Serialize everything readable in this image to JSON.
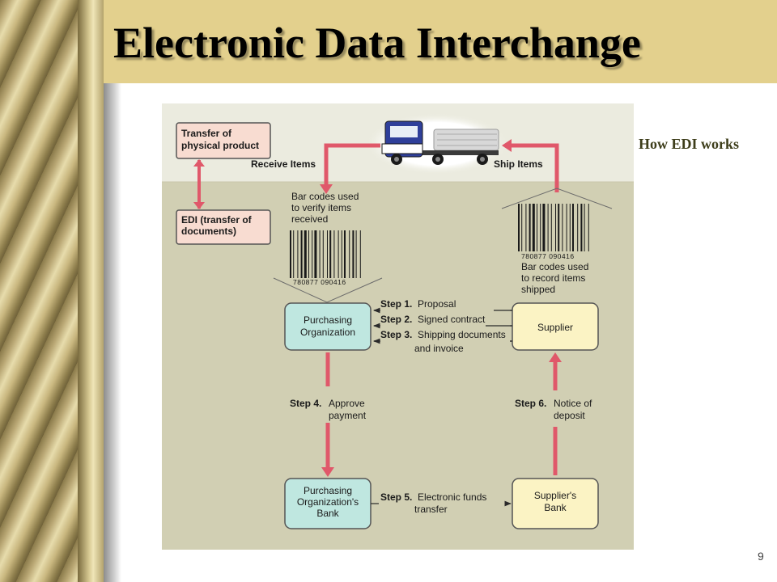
{
  "slide": {
    "title": "Electronic Data Interchange",
    "side_label": "How EDI works",
    "page_number": "9"
  },
  "diagram": {
    "legend": {
      "physical_line1": "Transfer of",
      "physical_line2": "physical product",
      "edi_line1": "EDI (transfer of",
      "edi_line2": "documents)"
    },
    "top_flow": {
      "receive_items": "Receive Items",
      "ship_items": "Ship Items"
    },
    "barcode_left": {
      "caption_line1": "Bar codes used",
      "caption_line2": "to verify items",
      "caption_line3": "received",
      "digits": "780877 090416"
    },
    "barcode_right": {
      "caption_line1": "Bar codes used",
      "caption_line2": "to record items",
      "caption_line3": "shipped",
      "digits": "780877 090416"
    },
    "nodes": {
      "purchasing_org_line1": "Purchasing",
      "purchasing_org_line2": "Organization",
      "supplier": "Supplier",
      "purch_bank_line1": "Purchasing",
      "purch_bank_line2": "Organization's",
      "purch_bank_line3": "Bank",
      "supplier_bank_line1": "Supplier's",
      "supplier_bank_line2": "Bank"
    },
    "steps": {
      "s1_bold": "Step 1.",
      "s1_text": "Proposal",
      "s2_bold": "Step 2.",
      "s2_text": "Signed contract",
      "s3_bold": "Step 3.",
      "s3_text": "Shipping documents",
      "s3_text2": "and invoice",
      "s4_bold": "Step 4.",
      "s4_text": "Approve",
      "s4_text2": "payment",
      "s5_bold": "Step 5.",
      "s5_text": "Electronic funds",
      "s5_text2": "transfer",
      "s6_bold": "Step 6.",
      "s6_text": "Notice of",
      "s6_text2": "deposit"
    },
    "colors": {
      "background_top": "#ebebdf",
      "background_main": "#d1cfb3",
      "arrow_red": "#e0586a",
      "node_teal": "#bfe7e0",
      "node_cream": "#fbf3c4",
      "legend_pink": "#f8dcd1"
    }
  }
}
